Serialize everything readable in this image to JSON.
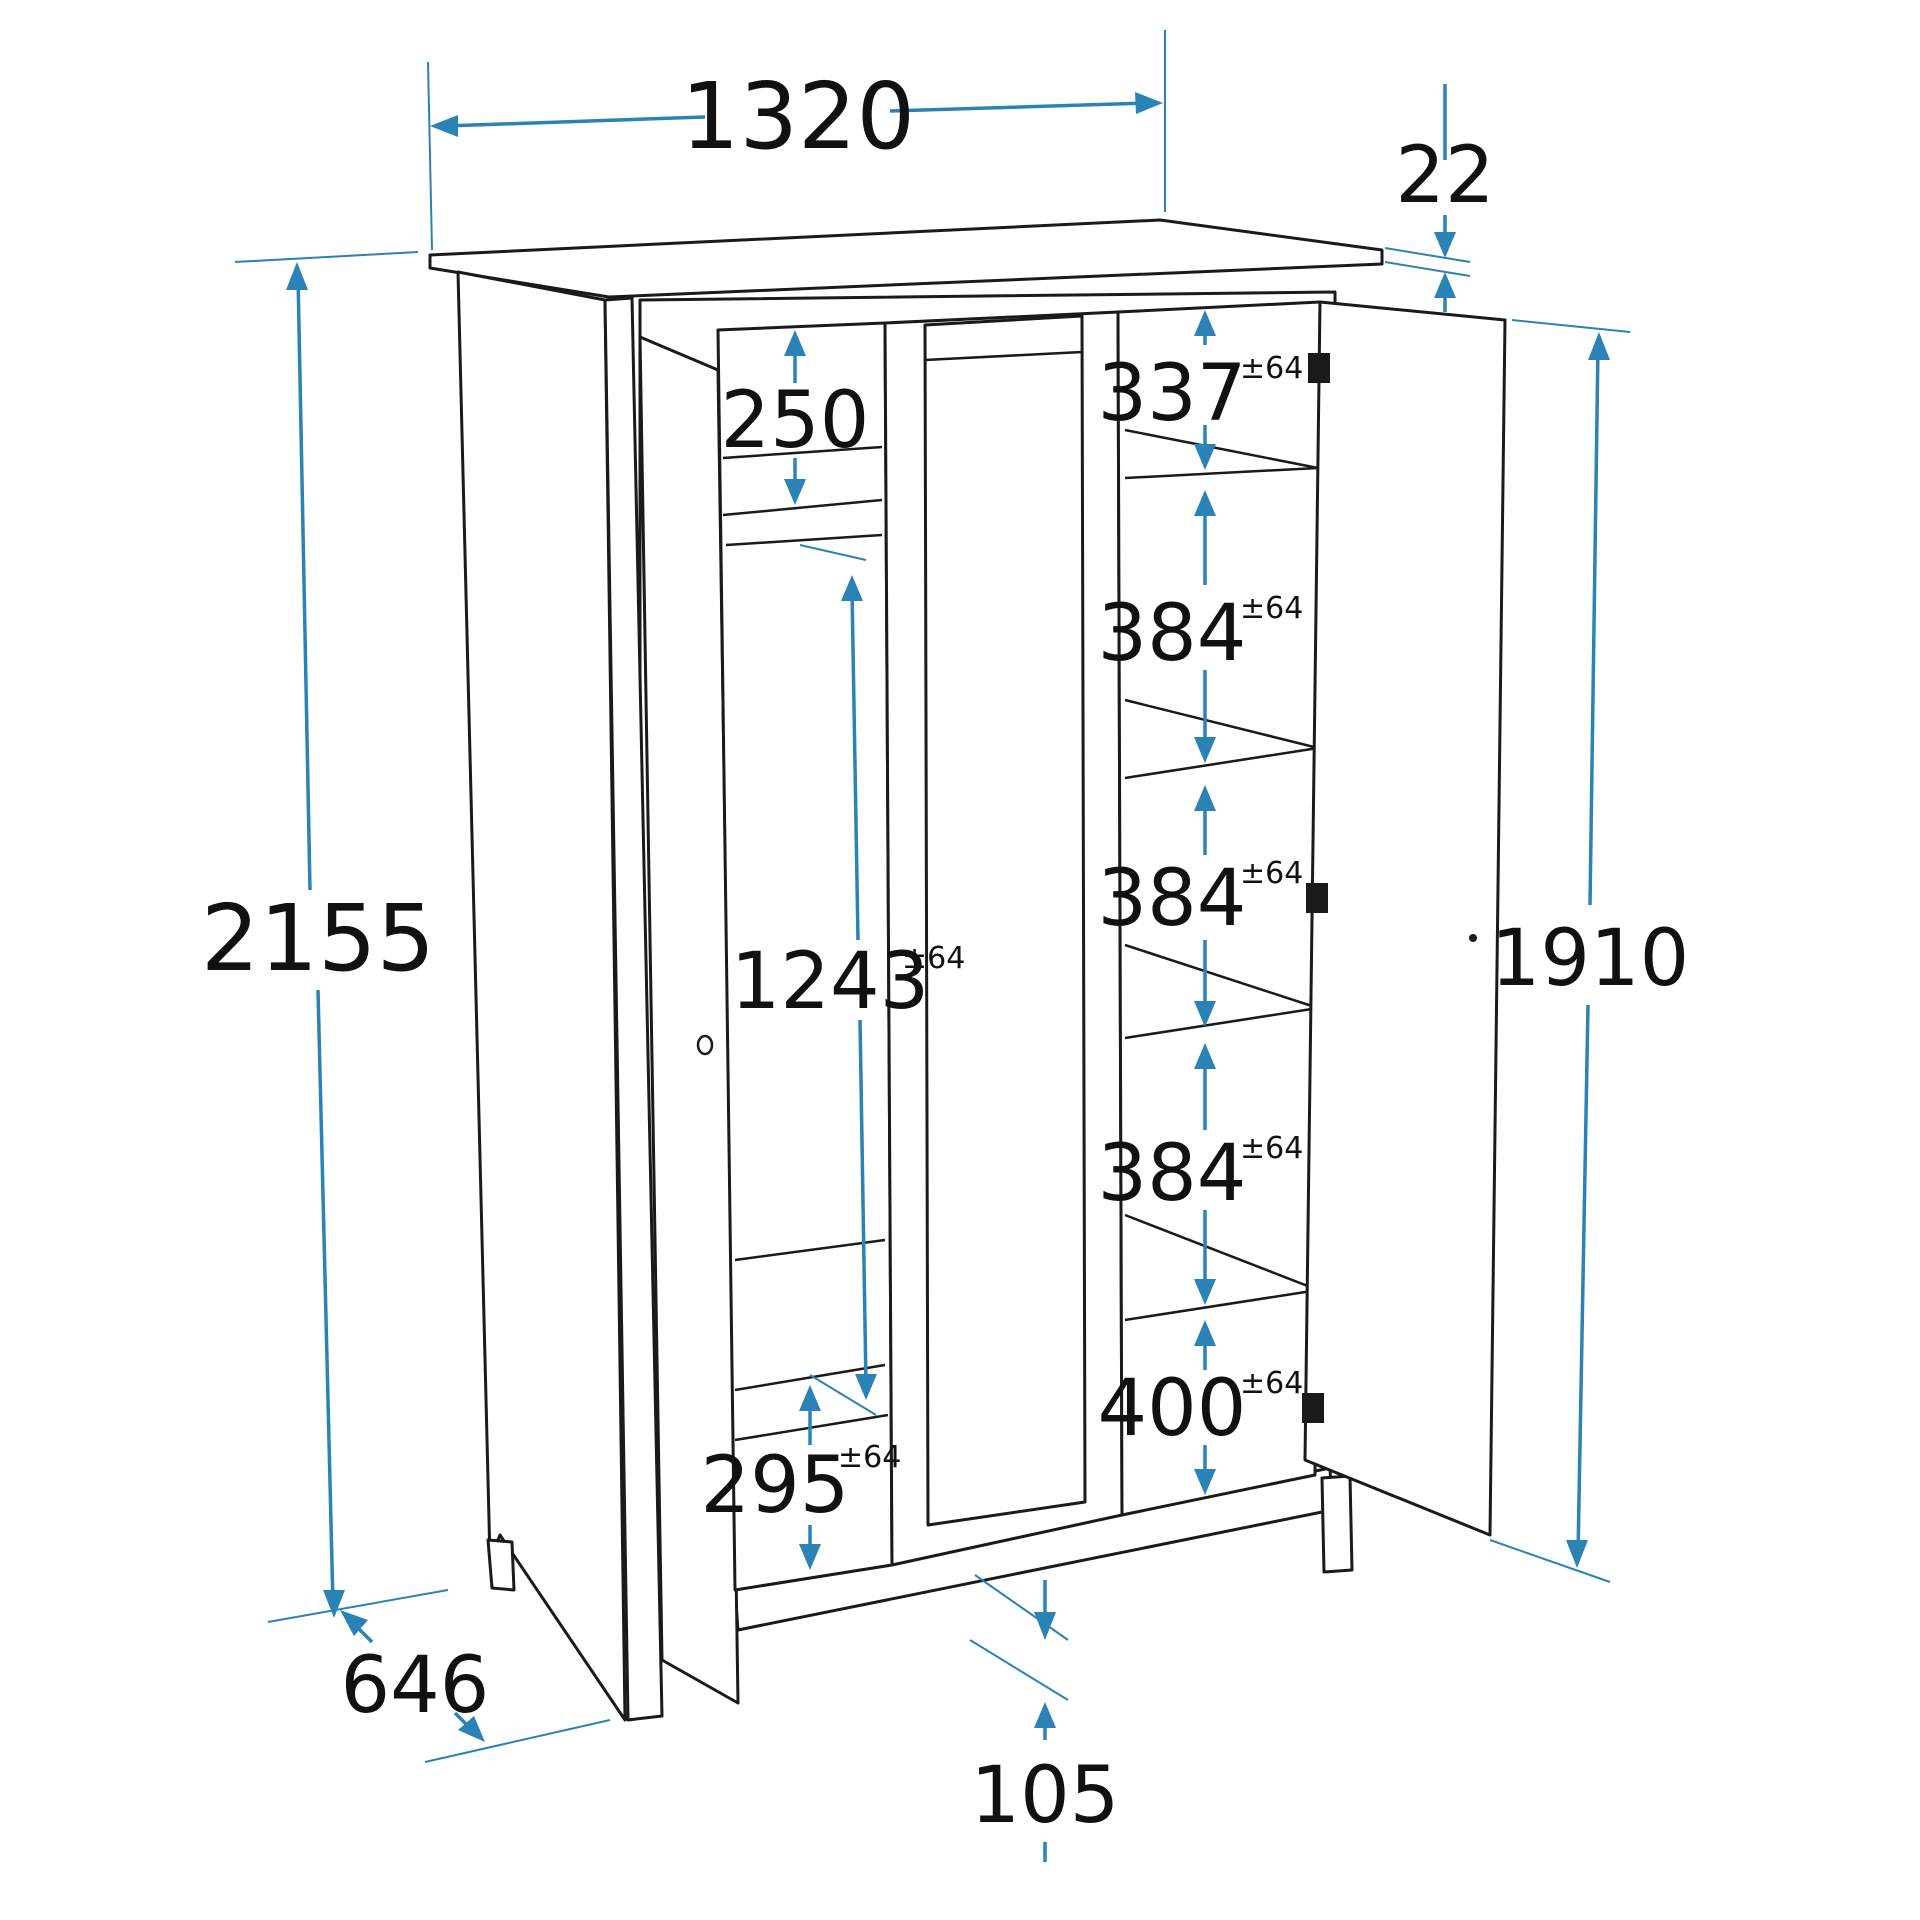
{
  "colors": {
    "dimension": "#2a82b5",
    "outline": "#1a1a1a",
    "background": "#ffffff"
  },
  "dimensions": {
    "width": "1320",
    "top_thickness": "22",
    "height": "2155",
    "door_height": "1910",
    "depth": "646",
    "plinth": "105",
    "rail_top": "250",
    "hanging": "1243",
    "bottom_left": "295",
    "shelf_1": "337",
    "shelf_2": "384",
    "shelf_3": "384",
    "shelf_4": "384",
    "shelf_5": "400"
  },
  "tolerance": "±64"
}
